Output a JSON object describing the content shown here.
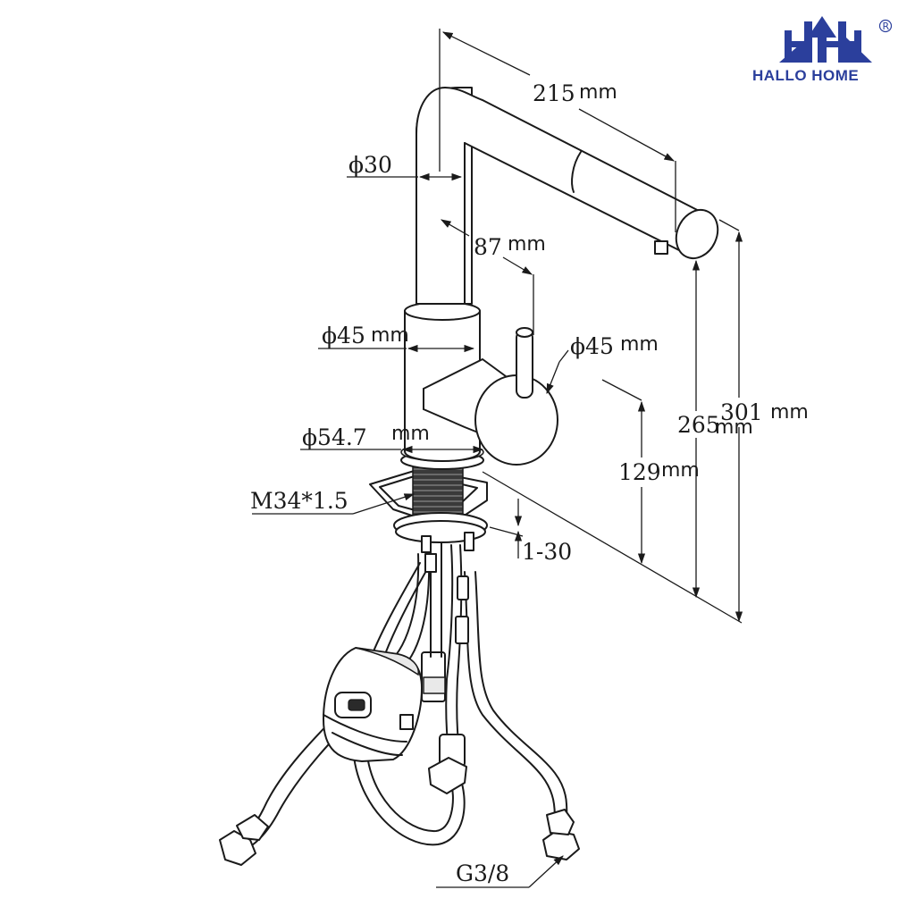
{
  "brand": {
    "name": "HALLO HOME",
    "registered_mark": "R",
    "color": "#2b3f9c"
  },
  "dimensions": {
    "spout_reach": {
      "value": "215",
      "unit": "mm"
    },
    "spout_diameter": {
      "value": "ϕ30",
      "unit": ""
    },
    "handle_offset": {
      "value": "87",
      "unit": "mm"
    },
    "body_diameter": {
      "value": "ϕ45",
      "unit": "mm"
    },
    "handle_diameter": {
      "value": "ϕ45",
      "unit": "mm"
    },
    "base_diameter": {
      "value": "ϕ54.7",
      "unit": "mm"
    },
    "thread": {
      "value": "M34*1.5",
      "unit": ""
    },
    "deck_thickness": {
      "value": "1-30",
      "unit": ""
    },
    "handle_height": {
      "value": "129",
      "unit": "mm"
    },
    "spout_height": {
      "value": "265",
      "unit": "mm"
    },
    "total_height": {
      "value": "301",
      "unit": "mm"
    },
    "hose_connector": {
      "value": "G3/8",
      "unit": ""
    }
  },
  "colors": {
    "line": "#1a1a1a",
    "background": "#ffffff"
  }
}
